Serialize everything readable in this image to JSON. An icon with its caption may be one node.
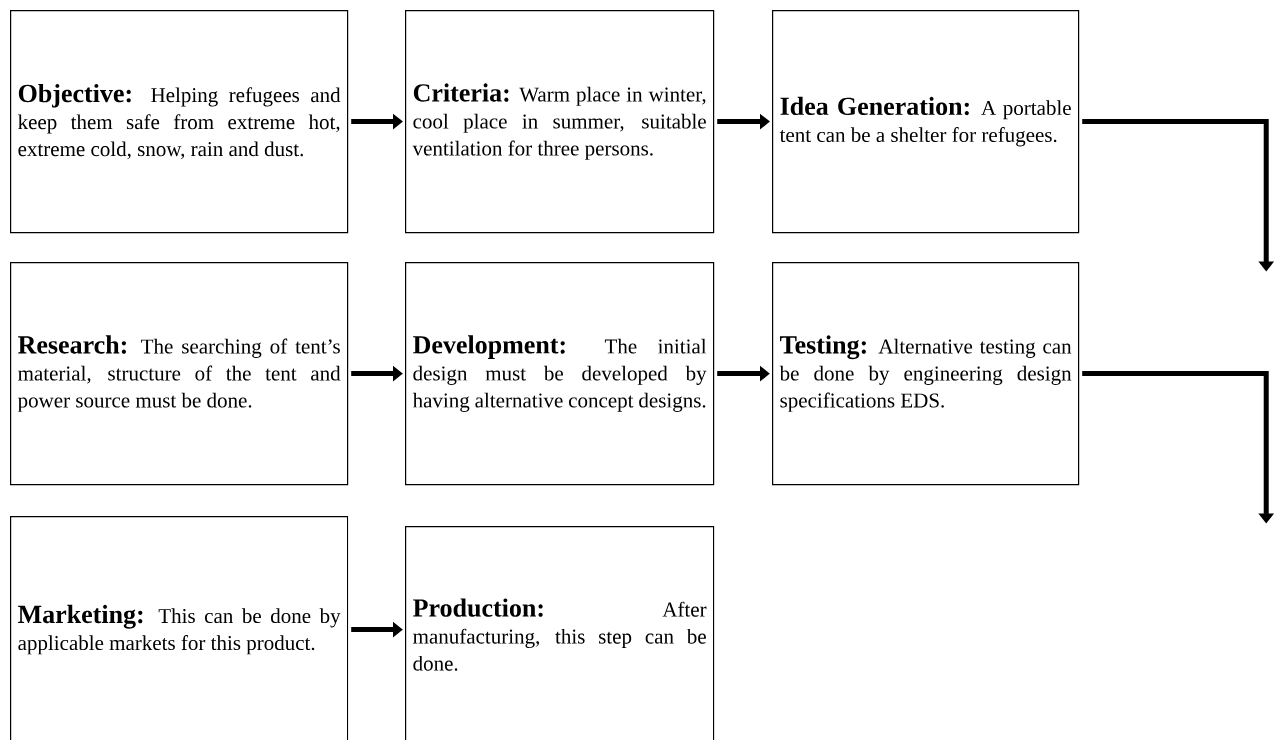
{
  "diagram": {
    "nodes": [
      {
        "text": [
          "Objective:",
          "Helping refugees and keep them safe from extreme hot, extreme cold, snow, rain and dust."
        ]
      },
      {
        "text": [
          "Criteria:",
          "Warm place in winter, cool place in summer, suitable ventilation for three persons."
        ]
      },
      {
        "text": [
          "Idea Generation:",
          "A portable tent can be a shelter for refugees."
        ]
      },
      {
        "text": [
          "Research:",
          "The searching of tent’s material, structure of the tent and power source must be done."
        ]
      },
      {
        "text": [
          "Development:",
          "The initial design must be developed by having alternative concept designs."
        ]
      },
      {
        "text": [
          "Testing:",
          "Alternative testing can be done by engineering design specifications EDS."
        ]
      },
      {
        "text": [
          "Marketing:",
          "This can be done by applicable markets for this product."
        ]
      },
      {
        "text": [
          "Production:",
          "After manufacturing, this step can be done."
        ]
      }
    ],
    "edges": [
      {
        "from": 0,
        "to": 1,
        "arrow": "to"
      },
      {
        "from": 1,
        "to": 2,
        "arrow": "to"
      },
      {
        "from": 2,
        "to": null,
        "arrow": "to"
      },
      {
        "from": 3,
        "to": 4,
        "arrow": "to"
      },
      {
        "from": 4,
        "to": 5,
        "arrow": "to"
      },
      {
        "from": 5,
        "to": null,
        "arrow": "to"
      },
      {
        "from": 6,
        "to": 7,
        "arrow": "to"
      }
    ]
  }
}
